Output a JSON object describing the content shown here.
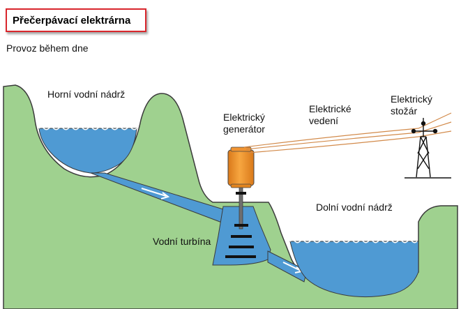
{
  "title": "Přečerpávací elektrárna",
  "subtitle": "Provoz během dne",
  "labels": {
    "upper_reservoir": "Horní vodní nádrž",
    "generator_line1": "Elektrický",
    "generator_line2": "generátor",
    "power_lines_line1": "Elektrické",
    "power_lines_line2": "vedení",
    "pylon_line1": "Elektrický",
    "pylon_line2": "stožár",
    "lower_reservoir": "Dolní vodní nádrž",
    "turbine": "Vodní turbína"
  },
  "colors": {
    "terrain": "#9fd18f",
    "water": "#4f9ad3",
    "outline": "#3a3a3a",
    "generator": "#f39a2e",
    "power_line": "#d28a4a",
    "frame": "#d9262c"
  }
}
